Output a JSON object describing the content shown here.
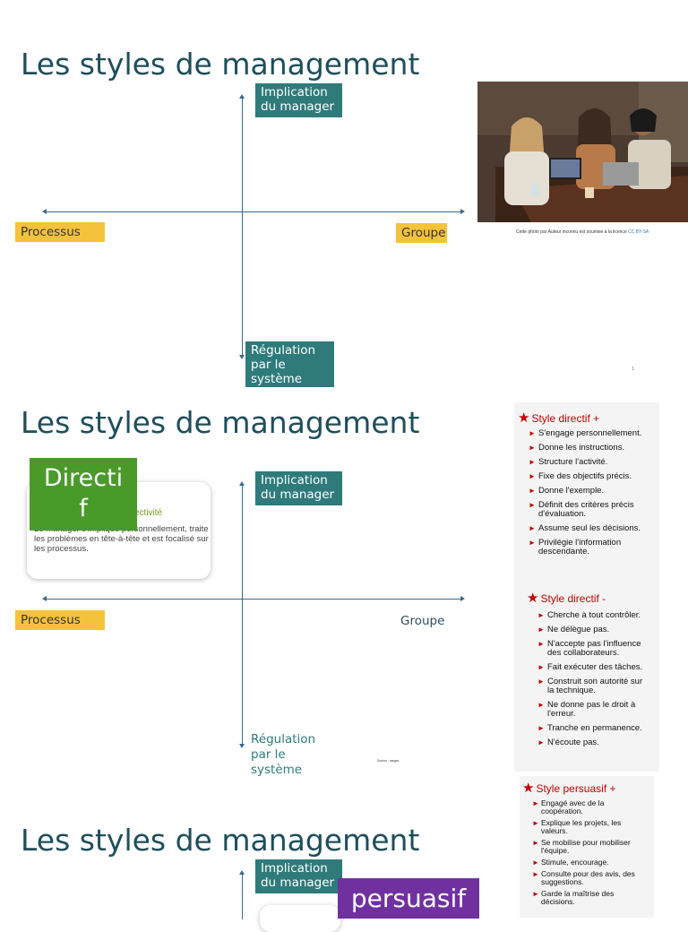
{
  "slide1": {
    "title": "Les styles de management",
    "top_label": "Implication\ndu manager",
    "left_label": "Processus",
    "right_label": "Groupe",
    "bottom_label": "Régulation\npar le\nsystème",
    "photo_credit": "Cette photo par Auteur inconnu est soumise à la licence ",
    "photo_license": "CC BY-SA",
    "page_number": "1"
  },
  "slide2": {
    "title": "Les styles de management",
    "top_label": "Implication\ndu manager",
    "left_label": "Processus",
    "right_label": "Groupe",
    "bottom_label": "Régulation\npar le\nsystème",
    "badge": "Directi\nf",
    "card_title": "ectivité",
    "card_text": "Le manager s'implique personnellement, traite les problèmes en tête-à-tête et est focalisé sur les processus.",
    "source": "Source : wegas"
  },
  "slide3": {
    "title": "Les styles de management",
    "top_label": "Implication\ndu manager",
    "badge": "persuasif"
  },
  "right_panel": {
    "sections": [
      {
        "heading": "Style directif +",
        "items": [
          "S'engage personnellement.",
          "Donne les instructions.",
          "Structure l'activité.",
          "Fixe des objectifs précis.",
          "Donne l'exemple.",
          "Définit des critères précis d'évaluation.",
          "Assume seul les décisions.",
          "Privilégie l'information descendante."
        ]
      },
      {
        "heading": "Style directif -",
        "items": [
          "Cherche à tout contrôler.",
          "Ne délègue pas.",
          "N'accepte pas l'influence des collaborateurs.",
          "Fait exécuter des tâches.",
          "Construit son autorité sur la technique.",
          "Ne donne pas le droit à l'erreur.",
          "Tranche en permanence.",
          "N'écoute pas."
        ]
      },
      {
        "heading": "Style persuasif +",
        "items": [
          "Engagé avec de la coopération.",
          "Explique les projets, les valeurs.",
          "Se mobilise pour mobiliser l'équipe.",
          "Stimule, encourage.",
          "Consulte pour des avis, des suggestions.",
          "Garde la maîtrise des décisions."
        ]
      }
    ]
  },
  "colors": {
    "title": "#1f4e5a",
    "teal": "#2f7b7b",
    "yellow": "#f5c33b",
    "green": "#4a9a2a",
    "purple": "#7030a0",
    "bullet_red": "#c00000"
  },
  "icons": [
    "star-icon",
    "triangle-bullet-icon",
    "arrow-icon"
  ]
}
